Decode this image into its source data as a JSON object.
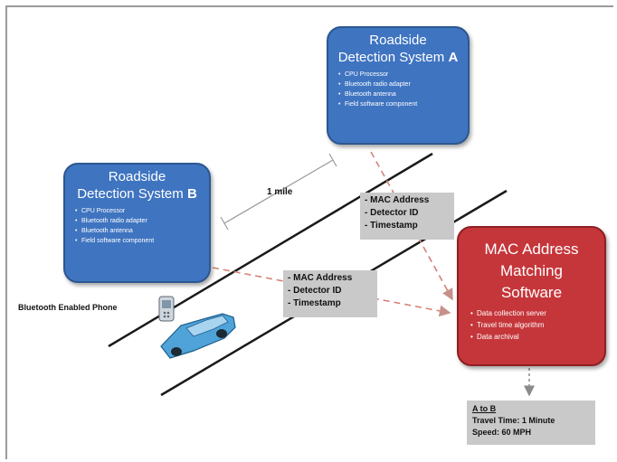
{
  "system_a": {
    "title_line1": "Roadside",
    "title_line2": "Detection System",
    "letter": "A",
    "items": [
      "CPU Processor",
      "Bluetooth radio adapter",
      "Bluetooth antenna",
      "Field software component"
    ]
  },
  "system_b": {
    "title_line1": "Roadside",
    "title_line2": "Detection System",
    "letter": "B",
    "items": [
      "CPU Processor",
      "Bluetooth radio adapter",
      "Bluetooth antenna",
      "Field software component"
    ]
  },
  "matching": {
    "title_line1": "MAC Address",
    "title_line2": "Matching",
    "title_line3": "Software",
    "items": [
      "Data collection server",
      "Travel time algorithm",
      "Data archival"
    ]
  },
  "message_a": [
    "MAC Address",
    "Detector ID",
    "Timestamp"
  ],
  "message_b": [
    "MAC Address",
    "Detector ID",
    "Timestamp"
  ],
  "distance_label": "1 mile",
  "phone_label": "Bluetooth Enabled Phone",
  "result": {
    "heading": "A to B",
    "travel_time": "Travel Time: 1 Minute",
    "speed": "Speed: 60 MPH"
  },
  "colors": {
    "detection_box": "#3f74c0",
    "matching_box": "#c5363a",
    "message_box": "#c9c9c9",
    "arrows": "#d4837a",
    "car": "#4fa3d9"
  }
}
